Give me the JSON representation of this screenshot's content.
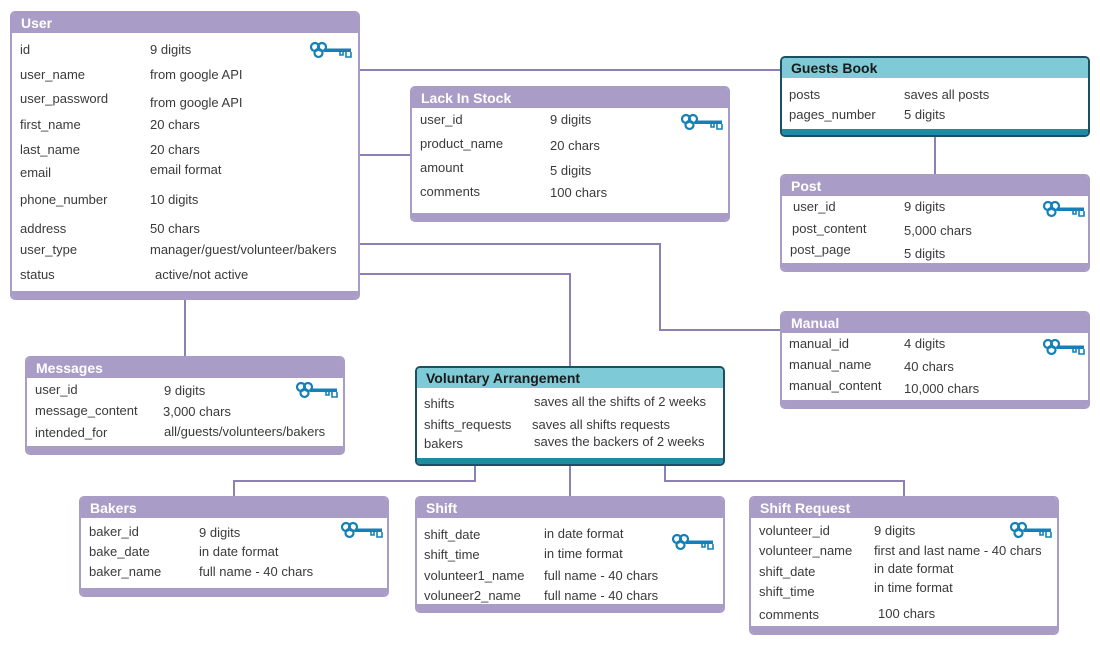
{
  "colors": {
    "purple": "#a99dc7",
    "teal": "#7ecad6",
    "teal_border": "#1d4f63",
    "key": "#1580b8",
    "line": "#8d80b5"
  },
  "entities": {
    "user": {
      "title": "User",
      "rows": [
        {
          "field": "id",
          "value": "9 digits"
        },
        {
          "field": "user_name",
          "value": "from google API"
        },
        {
          "field": "user_password",
          "value": "from google API"
        },
        {
          "field": "first_name",
          "value": "20 chars"
        },
        {
          "field": "last_name",
          "value": "20 chars"
        },
        {
          "field": "email",
          "value": "email format"
        },
        {
          "field": "phone_number",
          "value": "10 digits"
        },
        {
          "field": "address",
          "value": "50 chars"
        },
        {
          "field": "user_type",
          "value": "manager/guest/volunteer/bakers"
        },
        {
          "field": "status",
          "value": "active/not active"
        }
      ]
    },
    "lack_in_stock": {
      "title": "Lack In Stock",
      "rows": [
        {
          "field": "user_id",
          "value": "9 digits"
        },
        {
          "field": "product_name",
          "value": "20 chars"
        },
        {
          "field": "amount",
          "value": "5 digits"
        },
        {
          "field": "comments",
          "value": "100 chars"
        }
      ]
    },
    "guests_book": {
      "title": "Guests Book",
      "rows": [
        {
          "field": "posts",
          "value": "saves all posts"
        },
        {
          "field": "pages_number",
          "value": "5 digits"
        }
      ]
    },
    "post": {
      "title": "Post",
      "rows": [
        {
          "field": "user_id",
          "value": "9 digits"
        },
        {
          "field": "post_content",
          "value": "5,000 chars"
        },
        {
          "field": "post_page",
          "value": "5 digits"
        }
      ]
    },
    "manual": {
      "title": "Manual",
      "rows": [
        {
          "field": "manual_id",
          "value": "4 digits"
        },
        {
          "field": "manual_name",
          "value": "40 chars"
        },
        {
          "field": "manual_content",
          "value": "10,000 chars"
        }
      ]
    },
    "messages": {
      "title": "Messages",
      "rows": [
        {
          "field": "user_id",
          "value": "9 digits"
        },
        {
          "field": "message_content",
          "value": "3,000 chars"
        },
        {
          "field": "intended_for",
          "value": "all/guests/volunteers/bakers"
        }
      ]
    },
    "voluntary_arrangement": {
      "title": "Voluntary Arrangement",
      "rows": [
        {
          "field": "shifts",
          "value": "saves all the shifts of 2 weeks"
        },
        {
          "field": "shifts_requests",
          "value": "saves all shifts requests"
        },
        {
          "field": "bakers",
          "value": "saves the backers of 2 weeks"
        }
      ]
    },
    "bakers": {
      "title": "Bakers",
      "rows": [
        {
          "field": "baker_id",
          "value": "9 digits"
        },
        {
          "field": "bake_date",
          "value": "in date format"
        },
        {
          "field": "baker_name",
          "value": "full name - 40 chars"
        }
      ]
    },
    "shift": {
      "title": "Shift",
      "rows": [
        {
          "field": "shift_date",
          "value": "in date format"
        },
        {
          "field": "shift_time",
          "value": "in time format"
        },
        {
          "field": "volunteer1_name",
          "value": "full name - 40 chars"
        },
        {
          "field": "voluneer2_name",
          "value": "full name - 40 chars"
        }
      ]
    },
    "shift_request": {
      "title": "Shift Request",
      "rows": [
        {
          "field": "volunteer_id",
          "value": "9 digits"
        },
        {
          "field": "volunteer_name",
          "value": "first and last name - 40 chars"
        },
        {
          "field": "shift_date",
          "value": "in date format"
        },
        {
          "field": "shift_time",
          "value": "in time format"
        },
        {
          "field": "comments",
          "value": "100 chars"
        }
      ]
    }
  }
}
